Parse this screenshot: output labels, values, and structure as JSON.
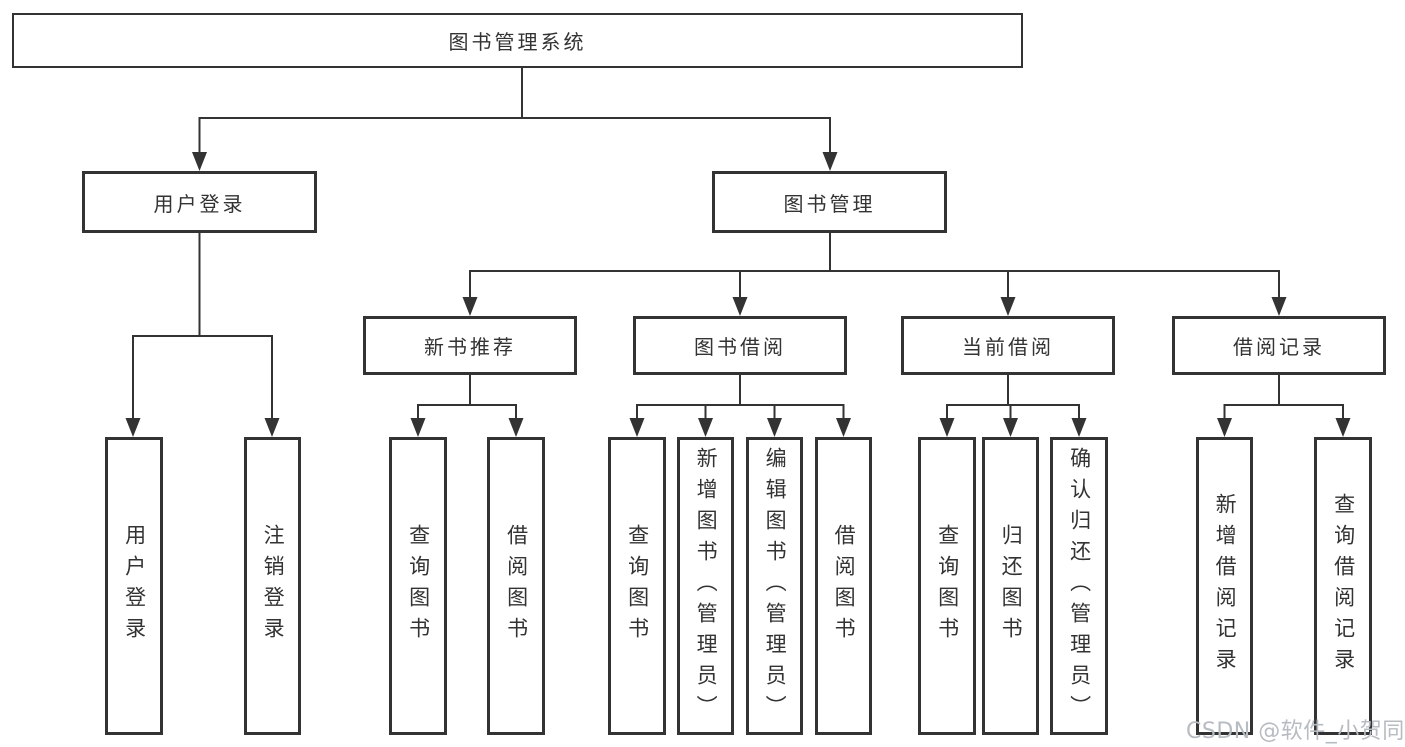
{
  "diagram": {
    "title": "图书管理系统",
    "level1": [
      {
        "label": "用户登录"
      },
      {
        "label": "图书管理"
      }
    ],
    "level2": [
      {
        "label": "新书推荐"
      },
      {
        "label": "图书借阅"
      },
      {
        "label": "当前借阅"
      },
      {
        "label": "借阅记录"
      }
    ],
    "leaves": {
      "user_login": [
        "用户登录",
        "注销登录"
      ],
      "new_book": [
        "查询图书",
        "借阅图书"
      ],
      "book_borrow": [
        "查询图书",
        "新增图书（管理员）",
        "编辑图书（管理员）",
        "借阅图书"
      ],
      "current_borrow": [
        "查询图书",
        "归还图书",
        "确认归还（管理员）"
      ],
      "borrow_records": [
        "新增借阅记录",
        "查询借阅记录"
      ]
    }
  },
  "watermark": {
    "text": "CSDN @软件_小贺同学",
    "color": "#b7bcc2"
  },
  "colors": {
    "line": "#333333",
    "text": "#333333",
    "background": "#ffffff"
  }
}
